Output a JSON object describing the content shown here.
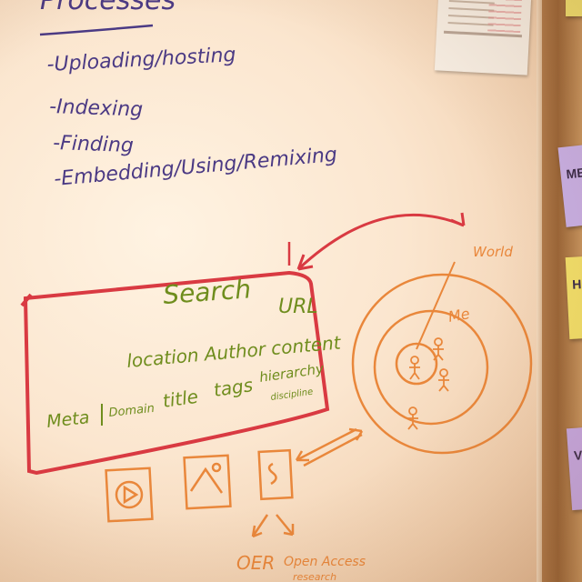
{
  "whiteboard": {
    "processes_title": "Processes",
    "process_items": [
      "-Uploading/hosting",
      "-Indexing",
      "-Finding",
      "-Embedding/Using/Remixing"
    ],
    "search_box": {
      "title": "Search",
      "url": "URL",
      "row1": "location Author content",
      "row2_left": "Meta",
      "row2_mid": "Domain",
      "row2_title": "title",
      "row2_tags": "tags",
      "row2_hier": "hierarchy",
      "row2_disc": "discipline"
    },
    "world_label": "World",
    "me_label": "Me",
    "bottom_labels": {
      "oer": "OER",
      "open_access": "Open Access",
      "research": "research"
    }
  },
  "sticky_notes": [
    {
      "text": "MEE"
    },
    {
      "text": "H"
    },
    {
      "text": "V"
    }
  ],
  "colors": {
    "purple_marker": "#4b3a84",
    "green_marker": "#6f8d1d",
    "red_marker": "#d93a42",
    "orange_marker": "#e9873b"
  }
}
